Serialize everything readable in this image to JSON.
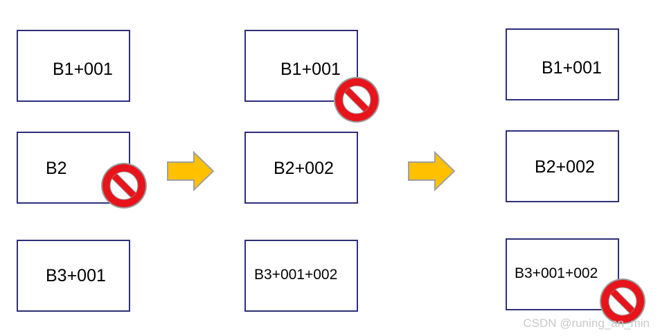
{
  "columns": [
    {
      "id": "before",
      "blocks": [
        {
          "label": "B1+001"
        },
        {
          "label": "B2",
          "blocked": true
        },
        {
          "label": "B3+001"
        }
      ]
    },
    {
      "id": "middle",
      "blocks": [
        {
          "label": "B1+001",
          "blocked": true
        },
        {
          "label": "B2+002"
        },
        {
          "label": "B3+001+002"
        }
      ]
    },
    {
      "id": "after",
      "blocks": [
        {
          "label": "B1+001"
        },
        {
          "label": "B2+002"
        },
        {
          "label": "B3+001+002",
          "blocked": true
        }
      ]
    }
  ],
  "icons": {
    "forbidden": "prohibited-sign-icon",
    "transition": "right-arrow-icon"
  },
  "colors": {
    "box_border": "#2e2e7a",
    "forbid_fill": "#e8141b",
    "forbid_outline": "#9a9a9a",
    "arrow_fill": "#ffc000",
    "arrow_outline": "#a0a0a0",
    "watermark": "#c9c9c9"
  },
  "watermark": "CSDN @runing_an_min"
}
